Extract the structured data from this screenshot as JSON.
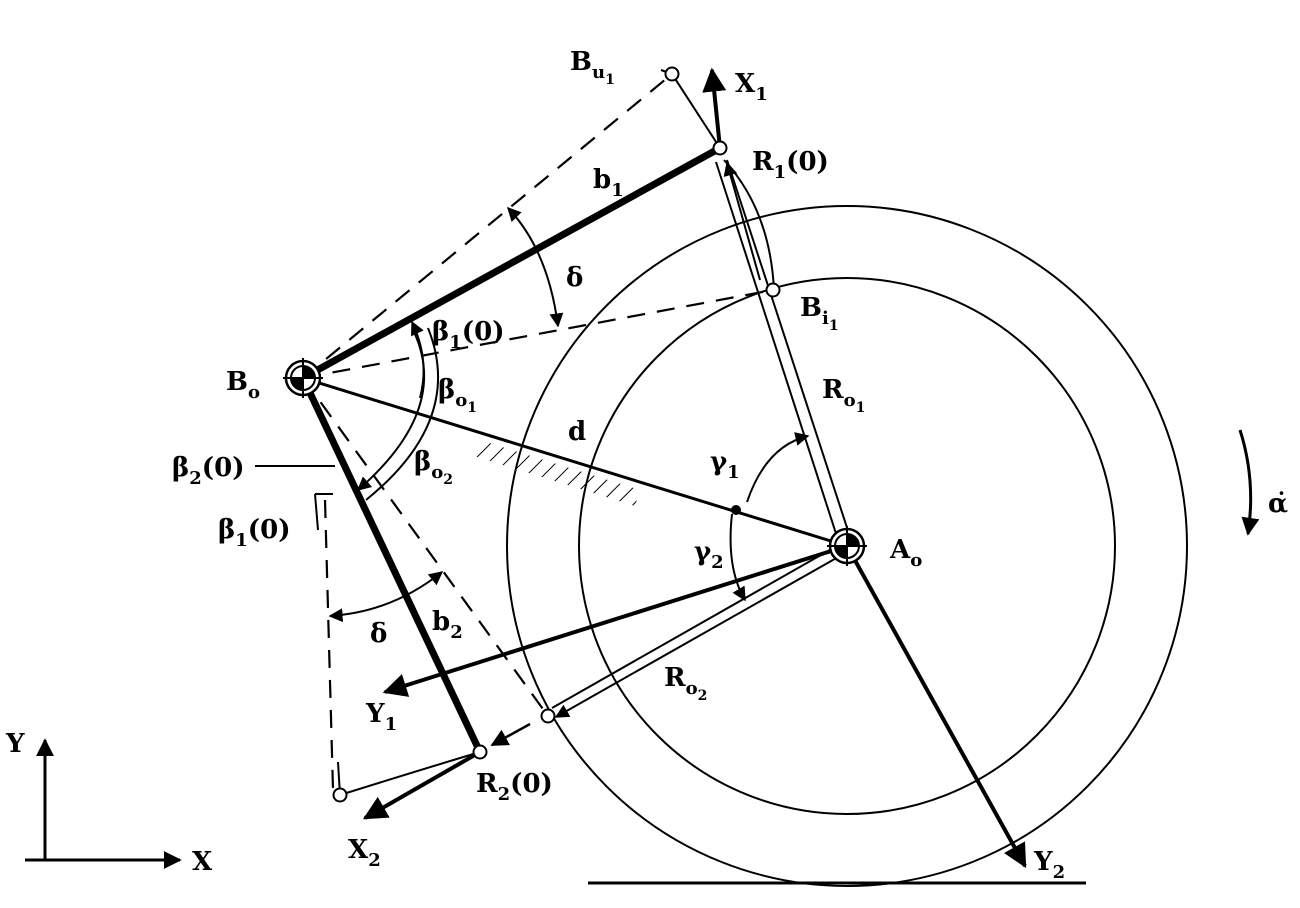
{
  "labels": {
    "Bu": "B",
    "Bu_sub": "u",
    "Bu_subsub": "1",
    "X1": "X",
    "X1_sub": "1",
    "R1": "R",
    "R1_sub": "1",
    "R1_arg": "(0)",
    "b1": "b",
    "b1_sub": "1",
    "delta_top": "δ",
    "Bi": "B",
    "Bi_sub": "i",
    "Bi_subsub": "1",
    "beta1_top": "β",
    "beta1_top_sub": "1",
    "beta1_top_arg": "(0)",
    "Bo": "B",
    "Bo_sub": "o",
    "betao1": "β",
    "betao1_sub": "o",
    "betao1_subsub": "1",
    "Ro1": "R",
    "Ro1_sub": "o",
    "Ro1_subsub": "1",
    "d": "d",
    "beta2": "β",
    "beta2_sub": "2",
    "beta2_arg": "(0)",
    "betao2": "β",
    "betao2_sub": "o",
    "betao2_subsub": "2",
    "gamma1": "γ",
    "gamma1_sub": "1",
    "beta1_left": "β",
    "beta1_left_sub": "1",
    "beta1_left_arg": "(0)",
    "gamma2": "γ",
    "gamma2_sub": "2",
    "Ao": "A",
    "Ao_sub": "o",
    "alpha_dot": "α̇",
    "delta_bottom": "δ",
    "b2": "b",
    "b2_sub": "2",
    "Y1": "Y",
    "Y1_sub": "1",
    "Ro2": "R",
    "Ro2_sub": "o",
    "Ro2_subsub": "2",
    "Y": "Y",
    "R2": "R",
    "R2_sub": "2",
    "R2_arg": "(0)",
    "X": "X",
    "X2": "X",
    "X2_sub": "2",
    "Y2": "Y",
    "Y2_sub": "2"
  }
}
